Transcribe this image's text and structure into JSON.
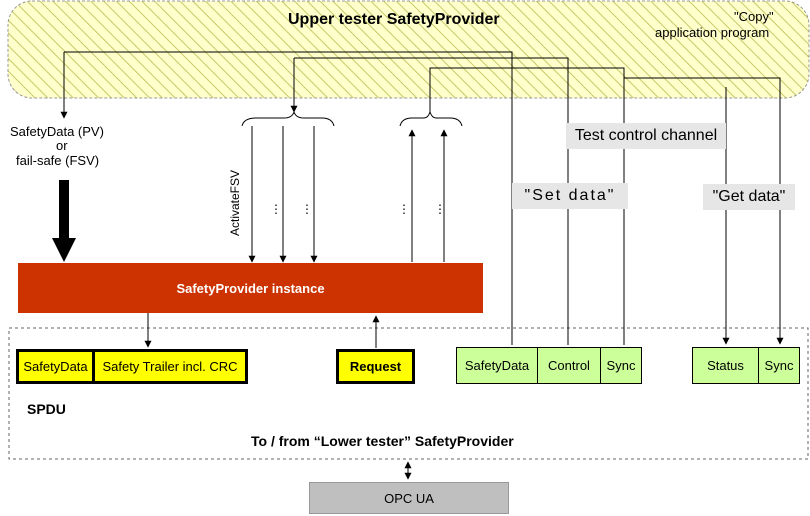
{
  "upper_tester": {
    "title": "Upper tester SafetyProvider",
    "copy_label": "\"Copy\"",
    "copy_sub": "application program"
  },
  "left_label": {
    "line1": "SafetyData (PV)",
    "line2": "or",
    "line3": "fail-safe (FSV)"
  },
  "activate_fsv": "ActivateFSV",
  "dots": "⋮",
  "channel": {
    "test_control": "Test control channel",
    "set_data": "\"Set data\"",
    "get_data": "\"Get data\""
  },
  "instance": {
    "label": "SafetyProvider instance",
    "color": "#cc3300"
  },
  "spdu": {
    "safety_data": "SafetyData",
    "trailer": "Safety Trailer incl. CRC",
    "request": "Request",
    "label": "SPDU"
  },
  "set_boxes": {
    "safety_data": "SafetyData",
    "control": "Control",
    "sync": "Sync"
  },
  "get_boxes": {
    "status": "Status",
    "sync": "Sync"
  },
  "lower_tester": "To / from “Lower tester” SafetyProvider",
  "opc_ua": "OPC UA",
  "colors": {
    "yellow": "#ffff00",
    "green": "#ccff99",
    "hatch_bg": "#ffffcc",
    "hatch_line": "#c8c868",
    "grey_label": "#e6e6e6",
    "opc_box": "#bfbfbf"
  }
}
